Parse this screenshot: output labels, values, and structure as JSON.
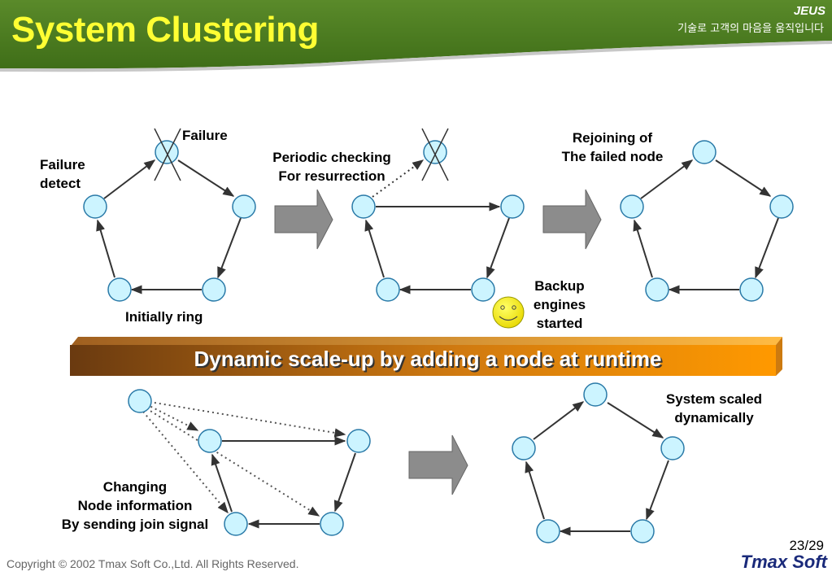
{
  "header": {
    "title": "System Clustering",
    "brand": "JEUS",
    "slogan": "기술로 고객의 마음을 움직입니다",
    "bg_color": "#4a7a1e",
    "title_color": "#ffff33"
  },
  "diagram": {
    "label_failure": "Failure",
    "label_failure_detect": "Failure\ndetect",
    "label_initially_ring": "Initially ring",
    "label_periodic": "Periodic checking\nFor resurrection",
    "label_rejoining": "Rejoining of\nThe failed node",
    "label_backup": "Backup\nengines\nstarted",
    "label_changing": "Changing\nNode information\nBy sending join signal",
    "label_scaled": "System scaled\ndynamically",
    "node_color": "#ccf4ff",
    "node_stroke": "#2a7aa8"
  },
  "banner": {
    "text": "Dynamic scale-up by adding a node at runtime",
    "color_start": "#6a3a10",
    "color_end": "#ff9900"
  },
  "footer": {
    "page_number": "23/29",
    "copyright_prefix": "Copyright",
    "copyright_year": "© 2002",
    "copyright_rest": "Tmax Soft Co.,Ltd. All Rights Reserved.",
    "logo_text": "Tmax Soft"
  }
}
